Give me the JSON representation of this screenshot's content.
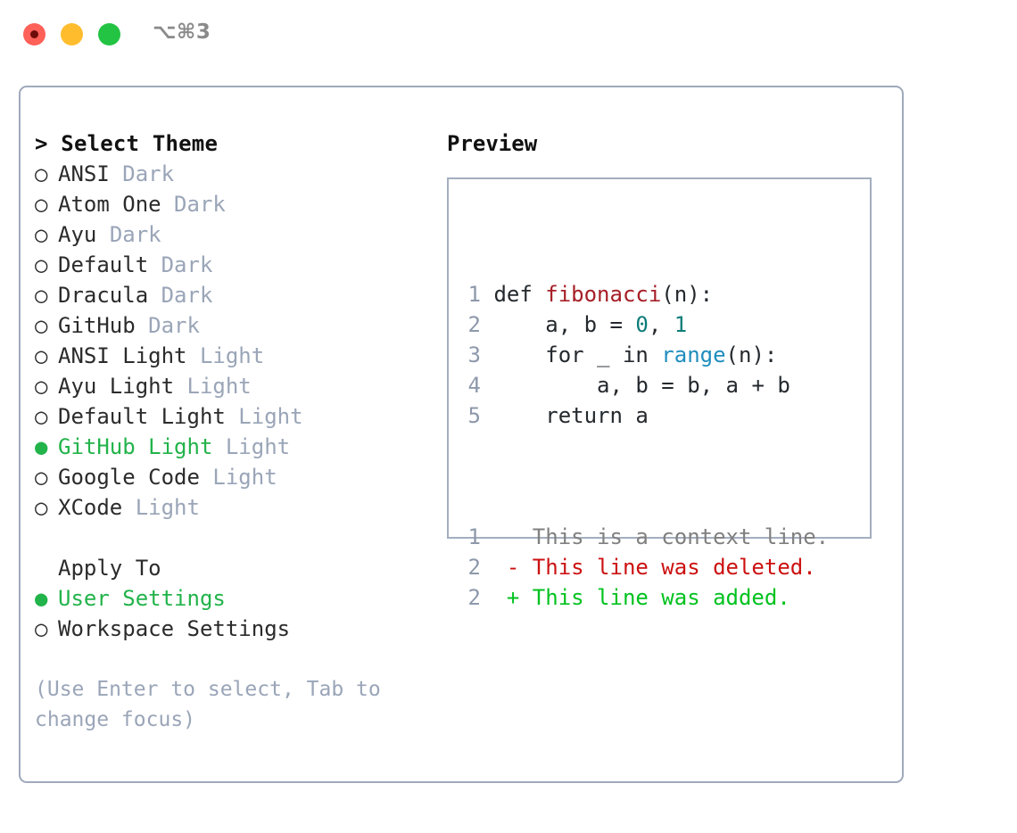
{
  "window": {
    "title": "⌥⌘3",
    "traffic_lights": [
      {
        "name": "close",
        "color": "#ff6058"
      },
      {
        "name": "minimize",
        "color": "#ffbd2e"
      },
      {
        "name": "maximize",
        "color": "#23c343"
      }
    ]
  },
  "theme_picker": {
    "heading": "> Select Theme",
    "bullet_unselected": "○",
    "bullet_selected": "●",
    "selected_color": "#22b34a",
    "tag_color": "#9aa5b8",
    "items": [
      {
        "label": "ANSI",
        "tag": "Dark",
        "selected": false
      },
      {
        "label": "Atom One",
        "tag": "Dark",
        "selected": false
      },
      {
        "label": "Ayu",
        "tag": "Dark",
        "selected": false
      },
      {
        "label": "Default",
        "tag": "Dark",
        "selected": false
      },
      {
        "label": "Dracula",
        "tag": "Dark",
        "selected": false
      },
      {
        "label": "GitHub",
        "tag": "Dark",
        "selected": false
      },
      {
        "label": "ANSI Light",
        "tag": "Light",
        "selected": false
      },
      {
        "label": "Ayu Light",
        "tag": "Light",
        "selected": false
      },
      {
        "label": "Default Light",
        "tag": "Light",
        "selected": false
      },
      {
        "label": "GitHub Light",
        "tag": "Light",
        "selected": true
      },
      {
        "label": "Google Code",
        "tag": "Light",
        "selected": false
      },
      {
        "label": "XCode",
        "tag": "Light",
        "selected": false
      }
    ]
  },
  "apply_to": {
    "heading": "Apply To",
    "options": [
      {
        "label": "User Settings",
        "selected": true
      },
      {
        "label": "Workspace Settings",
        "selected": false
      }
    ]
  },
  "hint": "(Use Enter to select, Tab to change focus)",
  "preview": {
    "heading": "Preview",
    "code_lines": [
      {
        "n": "1",
        "segments": [
          {
            "t": "def ",
            "k": "plain"
          },
          {
            "t": "fibonacci",
            "k": "fn"
          },
          {
            "t": "(n):",
            "k": "plain"
          }
        ]
      },
      {
        "n": "2",
        "segments": [
          {
            "t": "    a, b = ",
            "k": "plain"
          },
          {
            "t": "0",
            "k": "num"
          },
          {
            "t": ", ",
            "k": "plain"
          },
          {
            "t": "1",
            "k": "num"
          }
        ]
      },
      {
        "n": "3",
        "segments": [
          {
            "t": "    for _ in ",
            "k": "plain"
          },
          {
            "t": "range",
            "k": "builtin"
          },
          {
            "t": "(n):",
            "k": "plain"
          }
        ]
      },
      {
        "n": "4",
        "segments": [
          {
            "t": "        a, b = b, a + b",
            "k": "plain"
          }
        ]
      },
      {
        "n": "5",
        "segments": [
          {
            "t": "    return a",
            "k": "plain"
          }
        ]
      }
    ],
    "diff_lines": [
      {
        "n": "1",
        "marker": " ",
        "text": " This is a context line.",
        "kind": "ctx"
      },
      {
        "n": "2",
        "marker": "-",
        "text": " This line was deleted.",
        "kind": "del"
      },
      {
        "n": "2",
        "marker": "+",
        "text": " This line was added.",
        "kind": "add"
      }
    ]
  }
}
